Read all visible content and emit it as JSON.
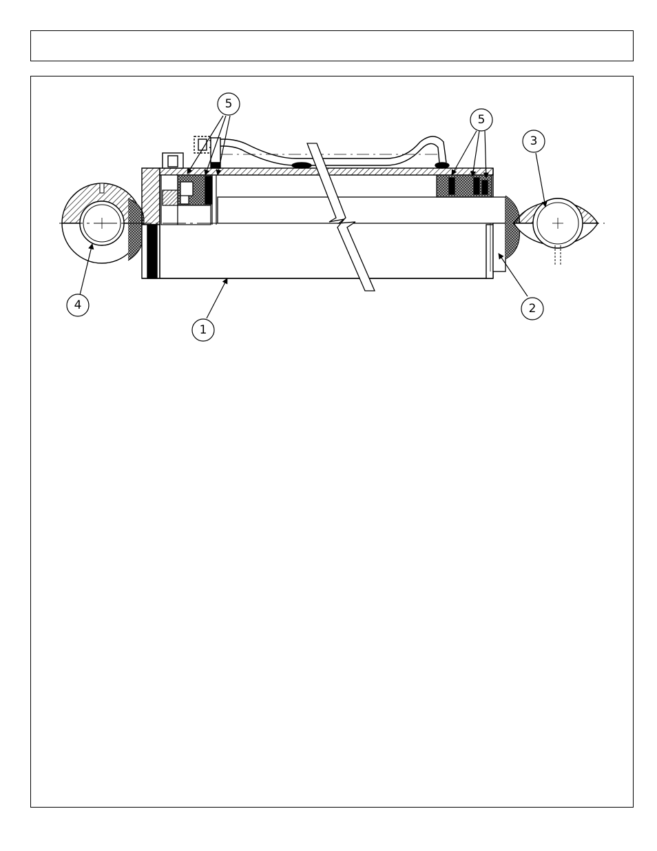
{
  "header": {
    "title": ""
  },
  "diagram": {
    "callouts": [
      {
        "id": "c5a",
        "label": "5"
      },
      {
        "id": "c5b",
        "label": "5"
      },
      {
        "id": "c3",
        "label": "3"
      },
      {
        "id": "c4",
        "label": "4"
      },
      {
        "id": "c1",
        "label": "1"
      },
      {
        "id": "c2",
        "label": "2"
      }
    ]
  }
}
